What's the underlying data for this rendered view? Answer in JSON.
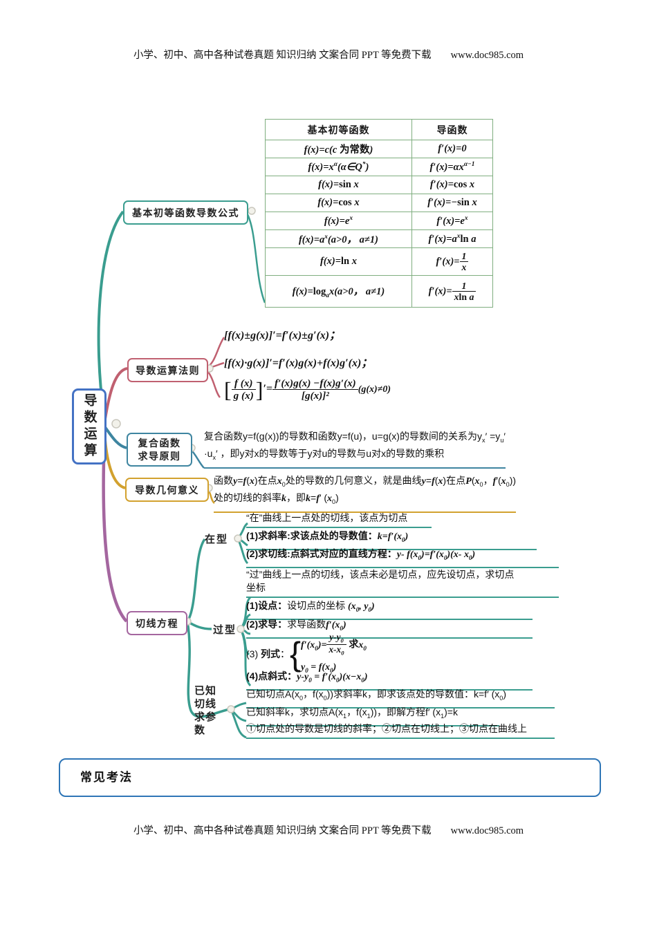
{
  "header": {
    "text": "小学、初中、高中各种试卷真题  知识归纳  文案合同  PPT 等免费下载",
    "url": "www.doc985.com"
  },
  "footer": {
    "text": "小学、初中、高中各种试卷真题  知识归纳  文案合同  PPT 等免费下载",
    "url": "www.doc985.com"
  },
  "colors": {
    "branch_formula_teal": "#3A9D8F",
    "branch_rules_rose": "#C06070",
    "branch_composite_blue": "#3E85A0",
    "branch_geometry_gold": "#D2A12E",
    "branch_tangent_plum": "#A4669F",
    "root_border_blue": "#4472C4",
    "table_border_green": "#7FAE7F",
    "section_border_blue": "#2E75B6"
  },
  "root": {
    "label": "导数运算"
  },
  "branches": {
    "formula": {
      "label": "基本初等函数导数公式"
    },
    "rules": {
      "label": "导数运算法则",
      "items": [
        "[f(x)±g(x)]′=f′(x)±g′(x)；",
        "[f(x)·g(x)]′=f′(x)g(x)+f(x)g′(x)；",
        "<span class='bigbr'>[</span><span class='frac'><span class='num'>f (x)</span><span class='den'>g (x)</span></span><span class='bigbr'>]</span>′=<span class='frac'><span class='num'>f′(x)g(x) −f(x)g′(x)</span><span class='den'>[g(x)]²</span></span><span class='gsmall'>(g(x)≠0)</span>"
      ]
    },
    "composite": {
      "label": "复合函数\n求导原则",
      "text": "复合函数y=f(g(x))的导数和函数y=f(u)，u=g(x)的导数间的关系为y<sub>x</sub>′ =y<sub>u</sub>′ ·u<sub>x</sub>′ ，即y对x的导数等于y对u的导数与u对x的导数的乘积"
    },
    "geometry": {
      "label": "导数几何意义",
      "text": "函数<i class='m'>y</i>=<i class='m'>f</i>(<i class='m'>x</i>)在点<i class='m'>x</i><sub>0</sub>处的导数的几何意义，就是曲线<i class='m'>y</i>=<i class='m'>f</i>(<i class='m'>x</i>)在点<i class='m'>P</i>(<i class='m'>x</i><sub>0</sub>，<i class='m'>f</i>′(<i class='m'>x</i><sub>0</sub>))处的切线的斜率<i class='m'>k</i>，即<i class='m'>k</i>=<i class='m'>f</i>′ (<i class='m'>x</i><sub>0</sub>)"
    },
    "tangent": {
      "label": "切线方程",
      "zai": {
        "label": "在型",
        "items": [
          "“在”曲线上一点处的切线，该点为切点",
          "<b>(1)求斜率:求该点处的导数值：</b><i class='m'>k=f′(x<sub>0</sub>)</i>",
          "<b>(2)求切线:点斜式对应的直线方程：</b><i class='m'>y- f(x<sub>0</sub>)=f′(x<sub>0</sub>)(x- x<sub>0</sub>)</i>"
        ]
      },
      "guo": {
        "label": "过型",
        "items": [
          "“过”曲线上一点的切线，该点未必是切点，应先设切点，求切点<br>坐标",
          "<b>(1)设点：</b>设切点的坐标 <i class='m'>(x<sub>0</sub>, y<sub>0</sub>)</i>",
          "<b>(2)求导：</b>求导函数<i class='m'>f′(x<sub>0</sub>)</i>",
          "(3) <b>列式</b>：<span class='brace'>{</span><span class='cases'><span class='case'><i class='m'>f′(x<sub>0</sub>)=</i><span class='frac m'><span class='num'>y-y<sub>0</sub></span><span class='den'>x-x<sub>0</sub></span></span> <b>求</b><i class='m'>x<sub>0</sub></i></span><span class='case'><i class='m'>y<sub>0</sub> = f(x<sub>0</sub>)</i></span></span>",
          "<b>(4)点斜式：</b><i class='m'>y-y<sub>0</sub> = f′(x<sub>0</sub>)(x−x<sub>0</sub>)</i>"
        ]
      },
      "param": {
        "label": "已知\n切线\n求参\n数",
        "items": [
          "已知切点A(x<sub>0</sub>，f(x<sub>0</sub>))求斜率k，即求该点处的导数值：k=f′ (x<sub>0</sub>)",
          "已知斜率k，求切点A(x<sub>1</sub>，f(x<sub>1</sub>))，即解方程f′ (x<sub>1</sub>)=k",
          "①切点处的导数是切线的斜率；②切点在切线上；③切点在曲线上"
        ]
      }
    }
  },
  "table": {
    "headers": [
      "基本初等函数",
      "导函数"
    ],
    "rows": [
      {
        "f": "f(x)=c(c <span class='u'>为常数</span>)",
        "d": "f′(x)=0"
      },
      {
        "f": "f(x)=x<sup>α</sup>(α∈Q<sup>*</sup>)",
        "d": "f′(x)=αx<sup>α−1</sup>"
      },
      {
        "f": "f(x)=<span class='fn'>sin</span> x",
        "d": "f′(x)=<span class='fn'>cos</span> x"
      },
      {
        "f": "f(x)=<span class='fn'>cos</span> x",
        "d": "f′(x)=−<span class='fn'>sin</span> x"
      },
      {
        "f": "f(x)=e<sup>x</sup>",
        "d": "f′(x)=e<sup>x</sup>"
      },
      {
        "f": "f(x)=a<sup>x</sup>(a&gt;0， a≠1)",
        "d": "f′(x)=a<sup>x</sup><span class='fn'>ln</span> a"
      },
      {
        "f": "f(x)=<span class='fn'>ln</span> x",
        "d": "f′(x)=<span class='frac'><span class='num'>1</span><span class='den'>x</span></span>"
      },
      {
        "f": "f(x)=<span class='fn'>log</span><sub>a</sub>x(a&gt;0， a≠1)",
        "d": "f′(x)=<span class='frac'><span class='num'>1</span><span class='den'>x<span class='fn'>ln</span> a</span></span>"
      }
    ]
  },
  "section": {
    "title": "常见考法"
  }
}
